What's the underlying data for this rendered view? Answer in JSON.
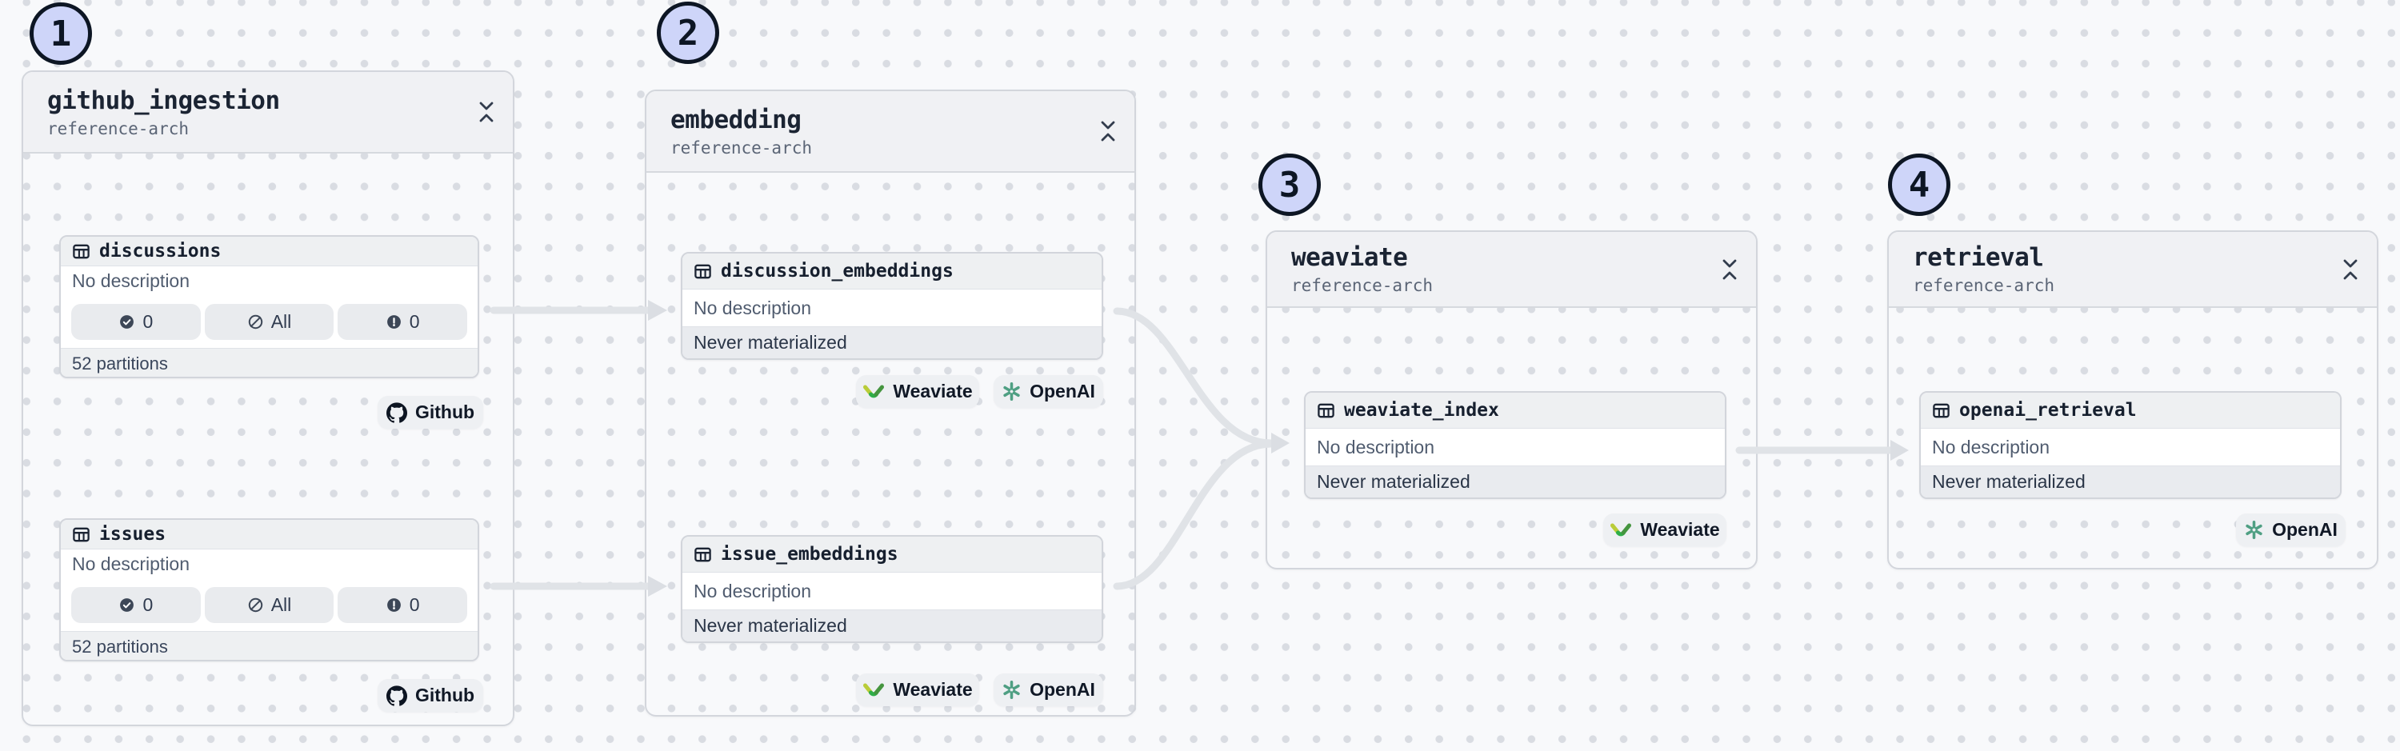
{
  "steps": [
    {
      "label": "1"
    },
    {
      "label": "2"
    },
    {
      "label": "3"
    },
    {
      "label": "4"
    }
  ],
  "groups": [
    {
      "title": "github_ingestion",
      "subtitle": "reference-arch",
      "assets": [
        {
          "name": "discussions",
          "description": "No description",
          "badges": [
            {
              "icon": "check-circle-icon",
              "label": "0"
            },
            {
              "icon": "slash-circle-icon",
              "label": "All"
            },
            {
              "icon": "alert-circle-icon",
              "label": "0"
            }
          ],
          "footer": "52 partitions",
          "tag": {
            "icon": "github-icon",
            "label": "Github"
          }
        },
        {
          "name": "issues",
          "description": "No description",
          "badges": [
            {
              "icon": "check-circle-icon",
              "label": "0"
            },
            {
              "icon": "slash-circle-icon",
              "label": "All"
            },
            {
              "icon": "alert-circle-icon",
              "label": "0"
            }
          ],
          "footer": "52 partitions",
          "tag": {
            "icon": "github-icon",
            "label": "Github"
          }
        }
      ]
    },
    {
      "title": "embedding",
      "subtitle": "reference-arch",
      "assets": [
        {
          "name": "discussion_embeddings",
          "description": "No description",
          "status": "Never materialized",
          "tags": [
            {
              "icon": "weaviate-icon",
              "label": "Weaviate"
            },
            {
              "icon": "openai-icon",
              "label": "OpenAI"
            }
          ]
        },
        {
          "name": "issue_embeddings",
          "description": "No description",
          "status": "Never materialized",
          "tags": [
            {
              "icon": "weaviate-icon",
              "label": "Weaviate"
            },
            {
              "icon": "openai-icon",
              "label": "OpenAI"
            }
          ]
        }
      ]
    },
    {
      "title": "weaviate",
      "subtitle": "reference-arch",
      "assets": [
        {
          "name": "weaviate_index",
          "description": "No description",
          "status": "Never materialized",
          "tags": [
            {
              "icon": "weaviate-icon",
              "label": "Weaviate"
            }
          ]
        }
      ]
    },
    {
      "title": "retrieval",
      "subtitle": "reference-arch",
      "assets": [
        {
          "name": "openai_retrieval",
          "description": "No description",
          "status": "Never materialized",
          "tags": [
            {
              "icon": "openai-icon",
              "label": "OpenAI"
            }
          ]
        }
      ]
    }
  ],
  "colors": {
    "step_fill": "#ced5f9",
    "step_border": "#0d1624",
    "canvas_bg": "#f8f9fb",
    "edge": "#e0e3e7",
    "group_border": "#d3d6dc",
    "group_header_bg": "#f0f1f4",
    "status_row_bg": "#e9ebef",
    "github_icon": "#0d1522",
    "weaviate_green": "#2fae49",
    "openai_green": "#4f9f83"
  }
}
